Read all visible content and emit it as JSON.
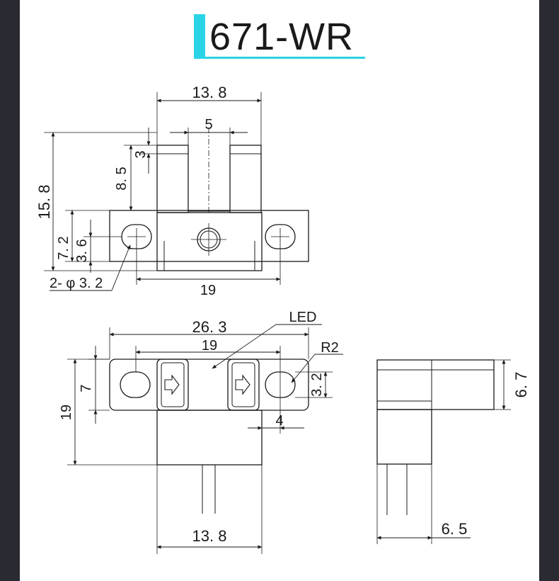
{
  "title": "671-WR",
  "colors": {
    "accent": "#2ad4e6",
    "ink": "#1a1a1a",
    "frame": "#2a2a33"
  },
  "front_view": {
    "dim_width_top": "13. 8",
    "dim_slot": "5",
    "dim_height": "15. 8",
    "dim_arm": "8. 5",
    "dim_arm_top": "3",
    "dim_hole_height": "7. 2",
    "dim_hole_center": "3. 6",
    "dim_holes": "2- φ 3. 2",
    "dim_hole_spacing": "19"
  },
  "top_view": {
    "led_label": "LED",
    "dim_overall": "26. 3",
    "dim_hole_spacing": "19",
    "dim_radius": "R2",
    "dim_flange": "7",
    "dim_height": "19",
    "dim_slot_height": "3. 2",
    "dim_offset": "4",
    "dim_body": "13. 8"
  },
  "side_view": {
    "dim_height": "6. 7",
    "dim_depth": "6. 5"
  }
}
